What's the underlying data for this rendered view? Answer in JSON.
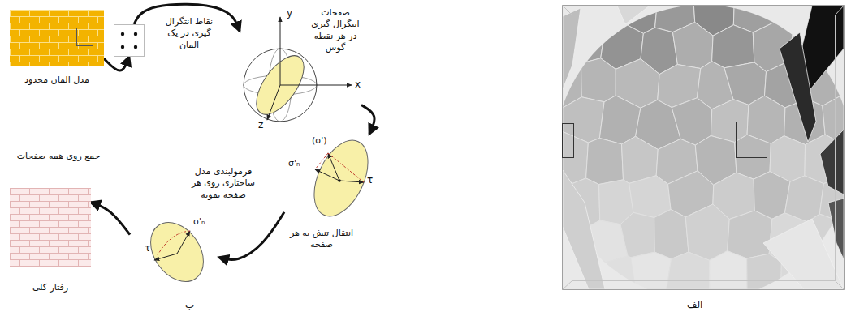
{
  "diagram": {
    "nodes": [
      {
        "text": [
          "مدل المان محدود"
        ]
      },
      {
        "text": [
          "نقاط انتگرال گیری در یک المان"
        ]
      },
      {
        "text": [
          "صفحات انتگرال گیری در هر نقطه گوس"
        ]
      },
      {
        "text": [
          "انتقال تنش به هر صفحه"
        ]
      },
      {
        "text": [
          "فرمولبندی مدل ساختاری روی هر صفحه نمونه"
        ]
      },
      {
        "text": [
          "رفتار کلی",
          "جمع روی همه صفحات"
        ]
      }
    ],
    "edges": [
      {
        "from": 0,
        "to": 1,
        "arrow": "to"
      },
      {
        "from": 1,
        "to": 2,
        "arrow": "to"
      },
      {
        "from": 2,
        "to": 3,
        "arrow": "to"
      },
      {
        "from": 3,
        "to": 4,
        "arrow": "to"
      },
      {
        "from": 4,
        "to": 5,
        "arrow": "to"
      }
    ],
    "labels": [
      "y",
      "x",
      "z",
      "σ'ₙ",
      "(σ')",
      "τ",
      "τ",
      "σ'ₙ",
      "ب",
      "الف"
    ]
  }
}
